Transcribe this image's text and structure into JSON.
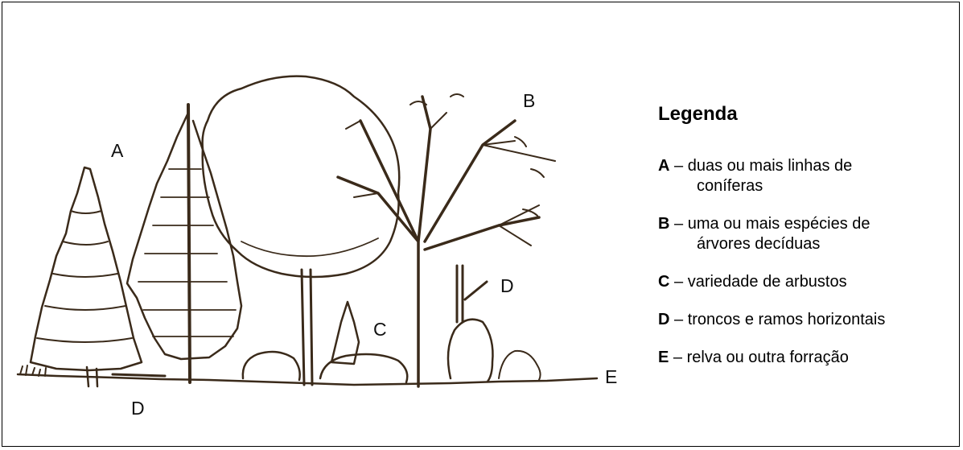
{
  "diagram": {
    "labels": {
      "a": "A",
      "b": "B",
      "c": "C",
      "d_right": "D",
      "d_bottom": "D",
      "e": "E"
    },
    "colors": {
      "ink": "#3a2a1a",
      "frame": "#000000"
    }
  },
  "legend": {
    "title": "Legenda",
    "items": [
      {
        "key": "A",
        "sep": " – ",
        "line1": "duas ou mais linhas de",
        "line2": "coníferas"
      },
      {
        "key": "B",
        "sep": " – ",
        "line1": "uma ou mais espécies de",
        "line2": "árvores decíduas"
      },
      {
        "key": "C",
        "sep": " – ",
        "line1": "variedade de arbustos",
        "line2": ""
      },
      {
        "key": "D",
        "sep": " – ",
        "line1": "troncos e ramos horizontais",
        "line2": ""
      },
      {
        "key": "E",
        "sep": " – ",
        "line1": "relva ou outra forração",
        "line2": ""
      }
    ]
  }
}
